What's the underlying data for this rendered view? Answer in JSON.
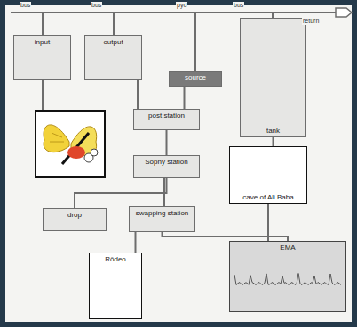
{
  "diagram": {
    "nodes": [
      {
        "text": [
          "input"
        ]
      },
      {
        "text": [
          "output"
        ]
      },
      {
        "text": [
          "source"
        ]
      },
      {
        "text": [
          "tank"
        ]
      },
      {
        "text": [
          "post station"
        ]
      },
      {
        "text": [
          "Sophy station"
        ]
      },
      {
        "text": [
          "drop"
        ]
      },
      {
        "text": [
          "swapping station"
        ]
      },
      {
        "text": [
          "Rôdeo"
        ]
      },
      {
        "text": [
          "cave of Ali Baba"
        ]
      },
      {
        "text": [
          "EMA"
        ]
      }
    ],
    "edges": [
      {
        "from": 1,
        "to": 4,
        "arrow": "none"
      },
      {
        "from": 2,
        "to": 4,
        "arrow": "none"
      },
      {
        "from": 4,
        "to": 5,
        "arrow": "none"
      },
      {
        "from": 5,
        "to": 6,
        "arrow": "none"
      },
      {
        "from": 5,
        "to": 7,
        "arrow": "none"
      },
      {
        "from": 7,
        "to": 8,
        "arrow": "none"
      },
      {
        "from": 7,
        "to": 10,
        "arrow": "none"
      },
      {
        "from": 3,
        "to": 9,
        "arrow": "none"
      },
      {
        "from": 9,
        "to": 10,
        "arrow": "none"
      }
    ],
    "labels": [
      "bus",
      "bus",
      "pyd",
      "bus",
      "return"
    ]
  }
}
